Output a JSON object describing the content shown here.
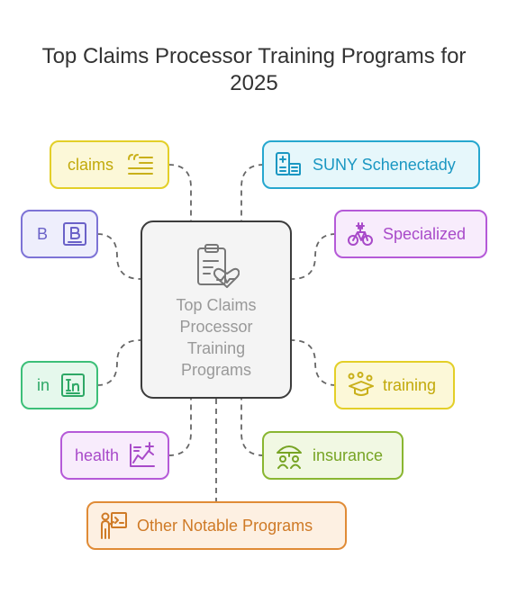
{
  "title": "Top Claims Processor Training Programs for 2025",
  "center": {
    "label": "Top Claims\nProcessor\nTraining\nPrograms",
    "icon": "clipboard-heart-icon"
  },
  "nodes": [
    {
      "label": "claims",
      "icon": "quote-list-icon",
      "color": "#e3cf28"
    },
    {
      "label": "SUNY Schenectady",
      "icon": "hospital-building-icon",
      "color": "#26a7cf"
    },
    {
      "label": "B",
      "icon": "letter-b-icon",
      "color": "#7d73d6"
    },
    {
      "label": "Specialized",
      "icon": "bicycle-icon",
      "color": "#b55ad8"
    },
    {
      "label": "in",
      "icon": "letter-in-icon",
      "color": "#3cbf78"
    },
    {
      "label": "training",
      "icon": "graduation-cap-icon",
      "color": "#e3cf28"
    },
    {
      "label": "health",
      "icon": "health-chart-icon",
      "color": "#b55ad8"
    },
    {
      "label": "insurance",
      "icon": "family-umbrella-icon",
      "color": "#89b631"
    },
    {
      "label": "Other Notable Programs",
      "icon": "presenter-board-icon",
      "color": "#e08b36"
    }
  ]
}
